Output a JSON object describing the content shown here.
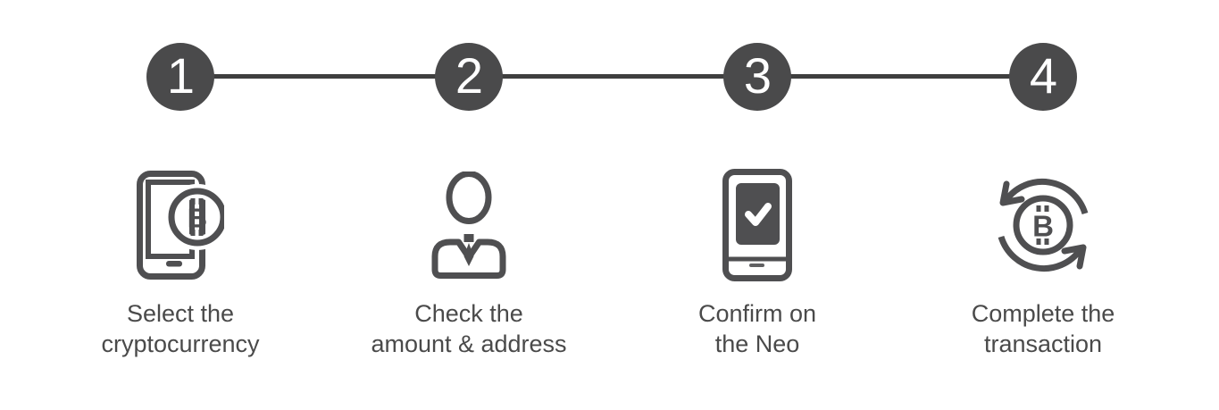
{
  "page": {
    "background": "#ffffff",
    "type": "process-stepper"
  },
  "colors": {
    "step_circle": "#4a4a4b",
    "step_number": "#ffffff",
    "connector_line": "#3f3f3f",
    "icon_stroke": "#4f4f51",
    "label_text": "#4a4a4a"
  },
  "bitcoin_symbol": "B",
  "steps": [
    {
      "number": "1",
      "icon": "phone-cryptocurrency-icon",
      "lines": [
        "Select the",
        "cryptocurrency"
      ]
    },
    {
      "number": "2",
      "icon": "person-icon",
      "lines": [
        "Check the",
        "amount & address"
      ]
    },
    {
      "number": "3",
      "icon": "device-check-icon",
      "lines": [
        "Confirm on",
        "the Neo"
      ]
    },
    {
      "number": "4",
      "icon": "exchange-bitcoin-icon",
      "lines": [
        "Complete the",
        "transaction"
      ]
    }
  ]
}
